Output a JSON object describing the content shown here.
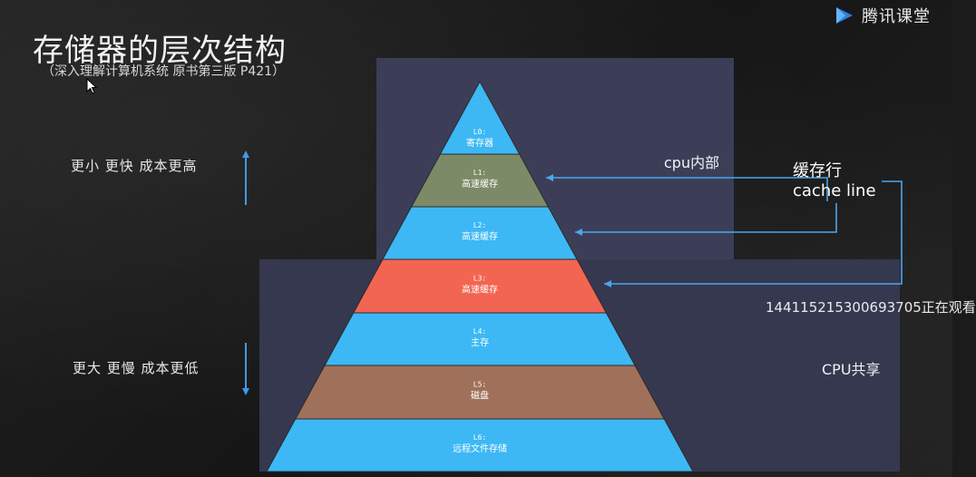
{
  "brand": {
    "name": "腾讯课堂",
    "icon": "play-logo-icon"
  },
  "title": "存储器的层次结构",
  "subtitle": "（深入理解计算机系统 原书第三版 P421）",
  "side_labels": {
    "top": "更小 更快 成本更高",
    "bottom": "更大 更慢 成本更低"
  },
  "regions": {
    "inner": "cpu内部",
    "shared": "CPU共享"
  },
  "cache_line": {
    "zh": "缓存行",
    "en": "cache line"
  },
  "overlay_text": "1441152153006937​05正在观看",
  "levels": [
    {
      "id": "L0:",
      "name": "寄存器",
      "color": "#3db8f5"
    },
    {
      "id": "L1:",
      "name": "高速缓存",
      "color": "#7d8a67"
    },
    {
      "id": "L2:",
      "name": "高速缓存",
      "color": "#3db8f5"
    },
    {
      "id": "L3:",
      "name": "高速缓存",
      "color": "#f26552"
    },
    {
      "id": "L4:",
      "name": "主存",
      "color": "#3db8f5"
    },
    {
      "id": "L5:",
      "name": "磁盘",
      "color": "#a0715a"
    },
    {
      "id": "L6:",
      "name": "远程文件存储",
      "color": "#3db8f5"
    }
  ],
  "colors": {
    "arrow": "#3d9be9",
    "cache_arrow": "#4aa6ee"
  }
}
